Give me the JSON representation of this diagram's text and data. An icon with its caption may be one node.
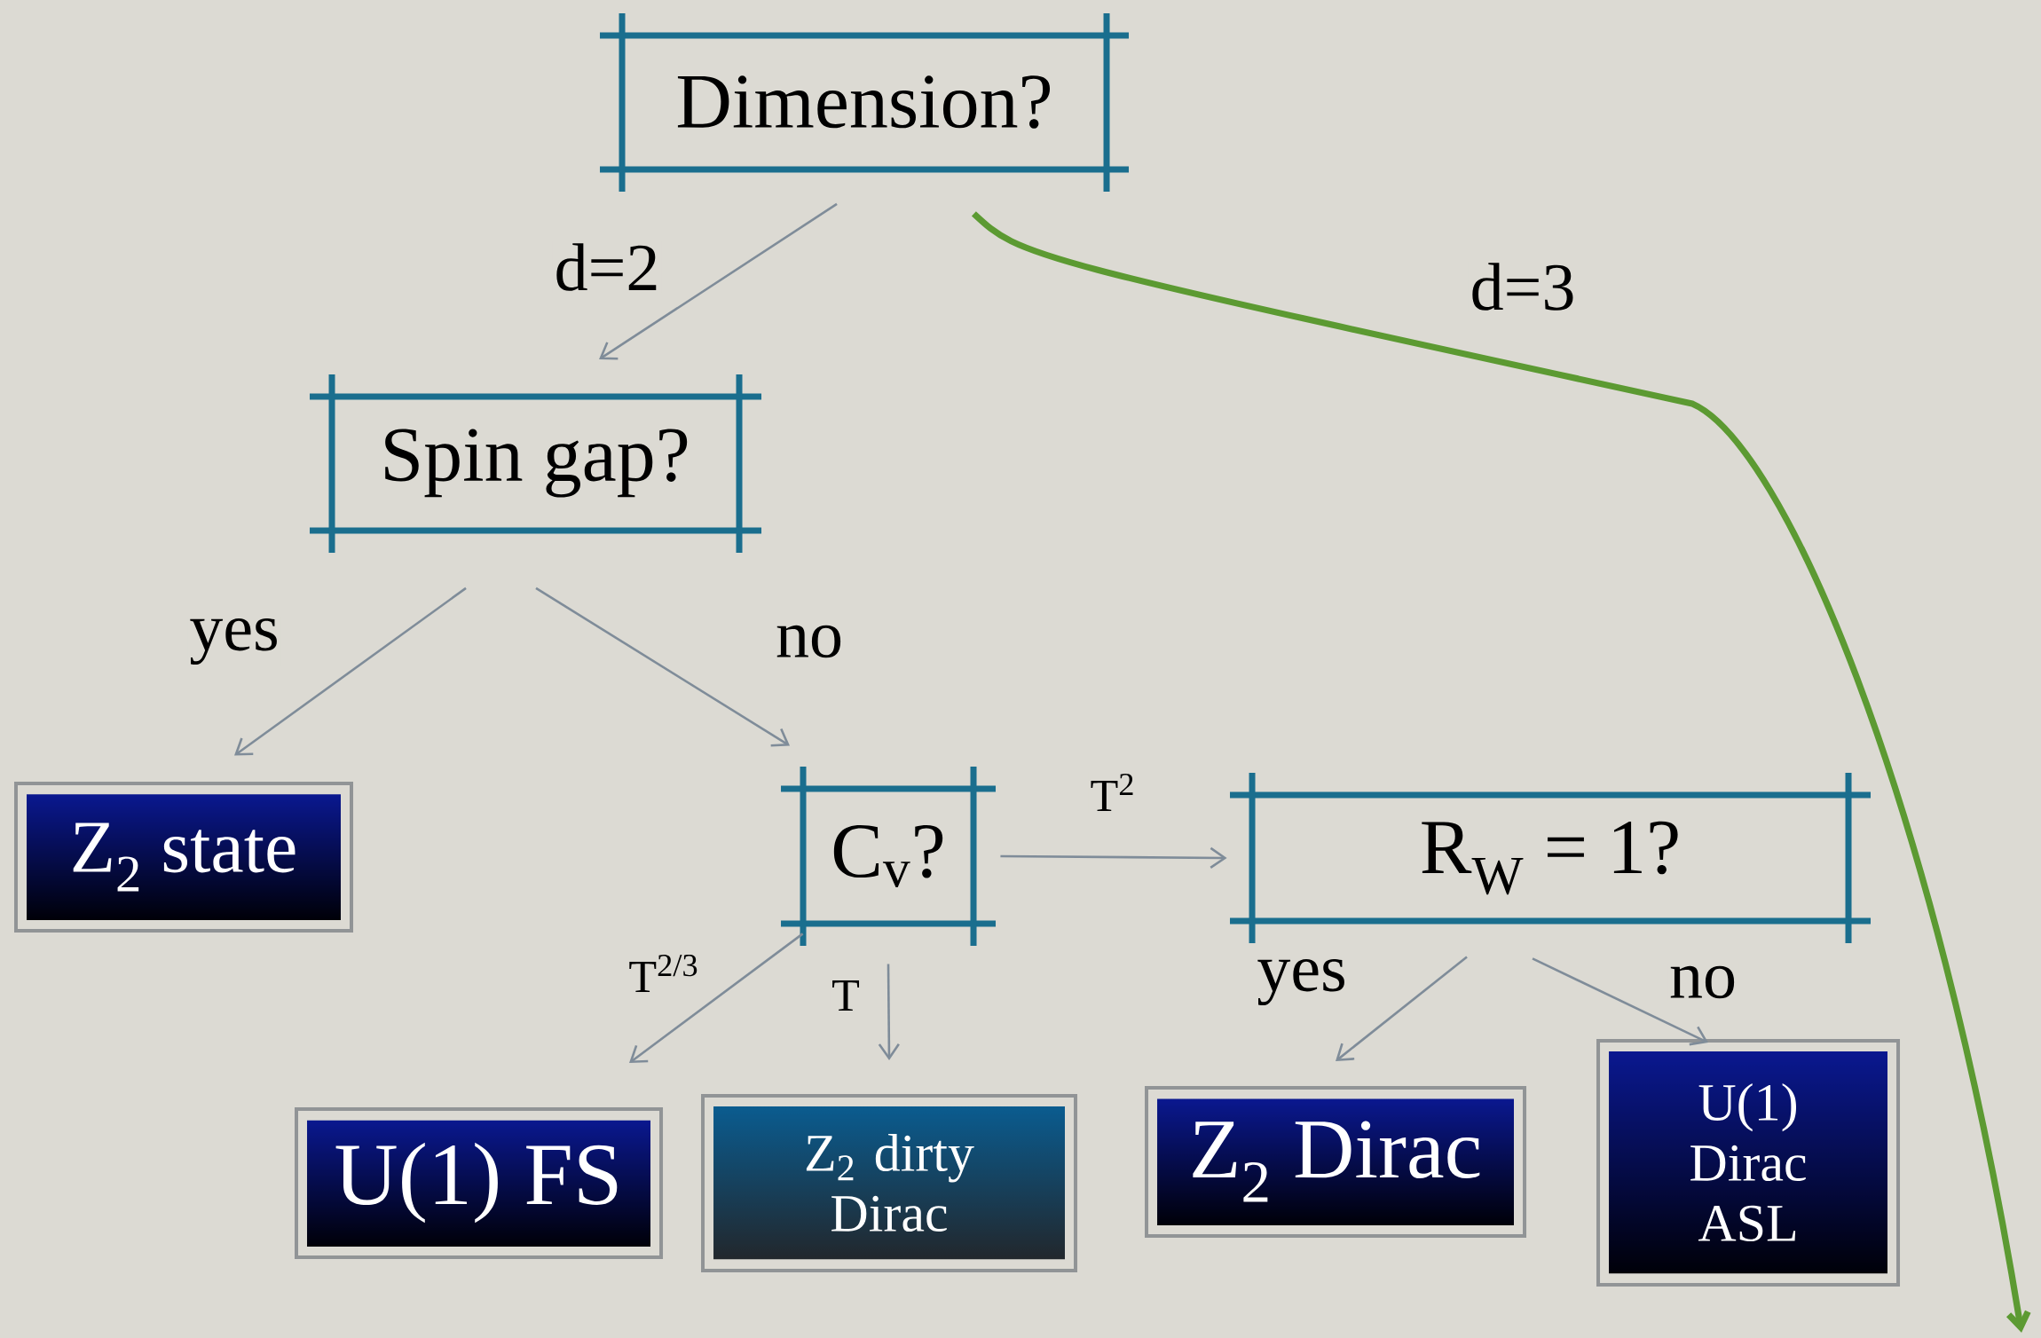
{
  "diagram": {
    "nodes": [
      {
        "text": [
          "Dimension?"
        ]
      },
      {
        "text": [
          "Spin gap?"
        ]
      },
      {
        "text": [
          "Z$_{2}$ state"
        ]
      },
      {
        "text": [
          "C$_{v}$?"
        ]
      },
      {
        "text": [
          "R$_{W}$ = 1?"
        ]
      },
      {
        "text": [
          "U(1) FS"
        ]
      },
      {
        "text": [
          "Z$_{2}$ dirty Dirac"
        ]
      },
      {
        "text": [
          "Z$_{2}$ Dirac"
        ]
      },
      {
        "text": [
          "U(1) Dirac ASL"
        ]
      }
    ],
    "edges": [
      {
        "from": 0,
        "to": 1,
        "arrow": "to",
        "label": "d=2"
      },
      {
        "from": 1,
        "to": 2,
        "arrow": "to",
        "label": "yes"
      },
      {
        "from": 1,
        "to": 3,
        "arrow": "to",
        "label": "no"
      },
      {
        "from": 3,
        "to": 4,
        "arrow": "to",
        "label": "T$^{2}$"
      },
      {
        "from": 3,
        "to": 5,
        "arrow": "to",
        "label": "T$^{2/3}$"
      },
      {
        "from": 3,
        "to": 6,
        "arrow": "to",
        "label": "T"
      },
      {
        "from": 4,
        "to": 7,
        "arrow": "to",
        "label": "yes"
      },
      {
        "from": 4,
        "to": 8,
        "arrow": "to",
        "label": "no"
      },
      {
        "from": 0,
        "to": null,
        "arrow": "to",
        "label": "d=3",
        "style": "thick",
        "color": "#5c9a32"
      }
    ]
  }
}
